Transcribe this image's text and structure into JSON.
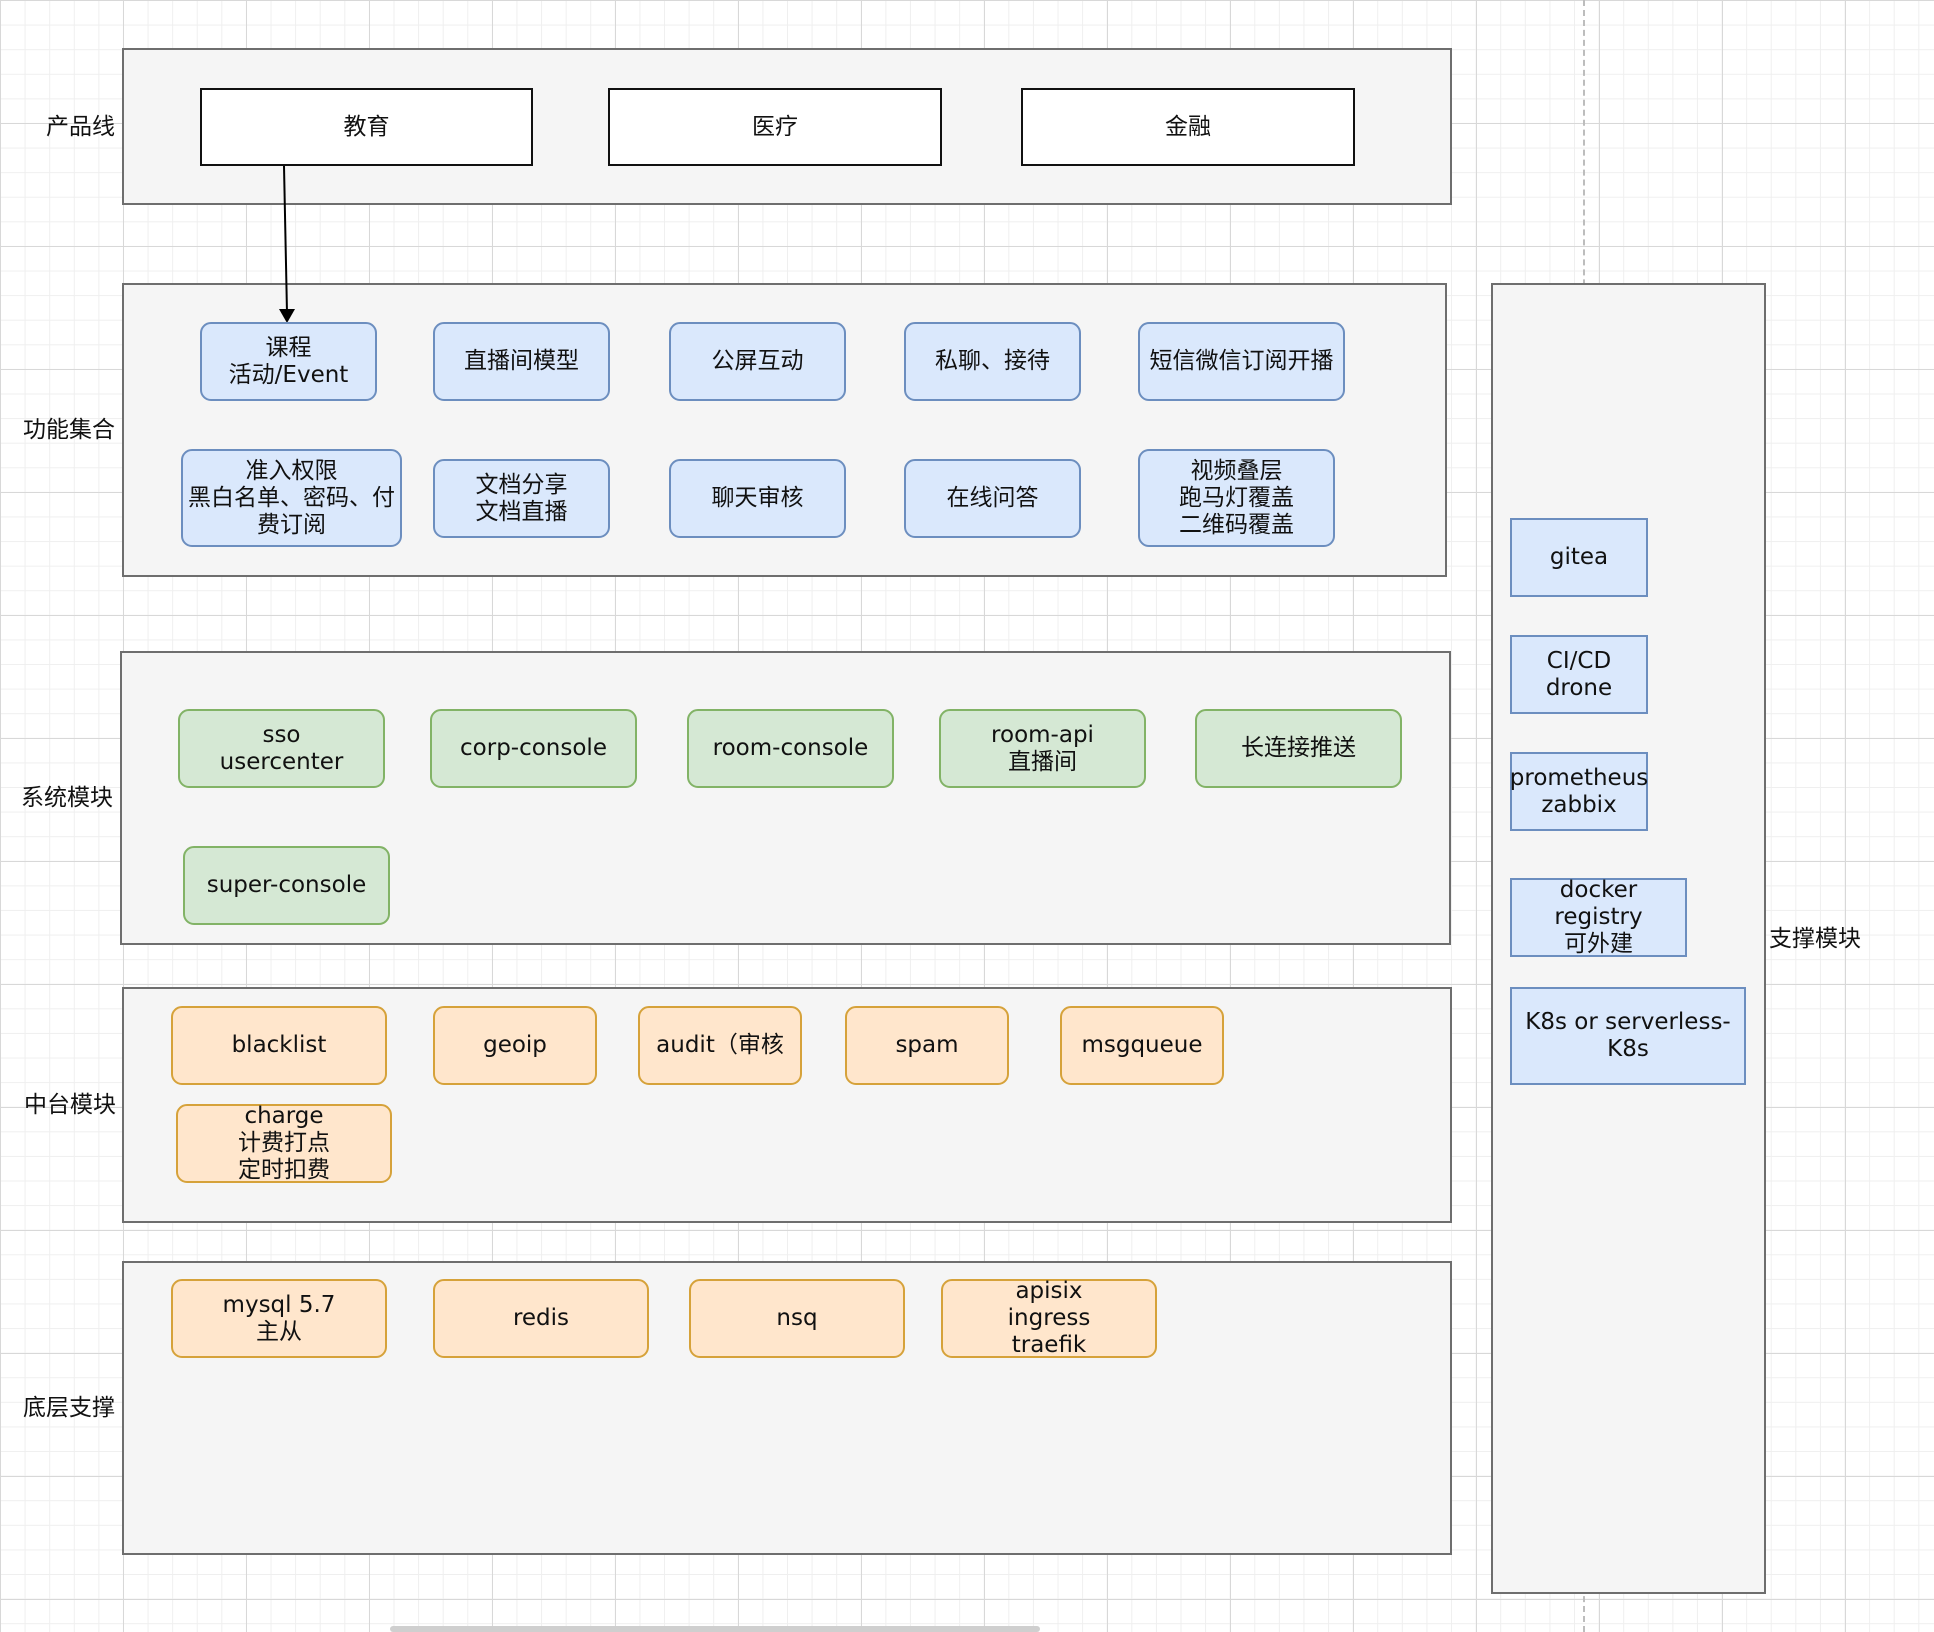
{
  "layers": {
    "product_line": "产品线",
    "features": "功能集合",
    "system_modules": "系统模块",
    "middle_platform": "中台模块",
    "infrastructure": "底层支撑",
    "support": "支撑模块"
  },
  "product_line": [
    "教育",
    "医疗",
    "金融"
  ],
  "features": [
    "课程\n活动/Event",
    "直播间模型",
    "公屏互动",
    "私聊、接待",
    "短信微信订阅开播",
    "准入权限\n黑白名单、密码、付\n费订阅",
    "文档分享\n文档直播",
    "聊天审核",
    "在线问答",
    "视频叠层\n跑马灯覆盖\n二维码覆盖"
  ],
  "system_modules": [
    "sso\nusercenter",
    "corp-console",
    "room-console",
    "room-api\n直播间",
    "长连接推送",
    "super-console"
  ],
  "middle_platform": [
    "blacklist",
    "geoip",
    "audit（审核",
    "spam",
    "msgqueue",
    "charge\n计费打点\n定时扣费"
  ],
  "infrastructure": [
    "mysql 5.7\n主从",
    "redis",
    "nsq",
    "apisix\ningress\ntraefik"
  ],
  "support": [
    "gitea",
    "CI/CD\ndrone",
    "prometheus\nzabbix",
    "docker registry\n可外建",
    "K8s or serverless-K8s"
  ],
  "colors": {
    "layer_fill": "#f5f5f5",
    "feature_fill": "#dae8fc",
    "system_fill": "#d5e8d4",
    "middle_fill": "#ffe6cc"
  }
}
